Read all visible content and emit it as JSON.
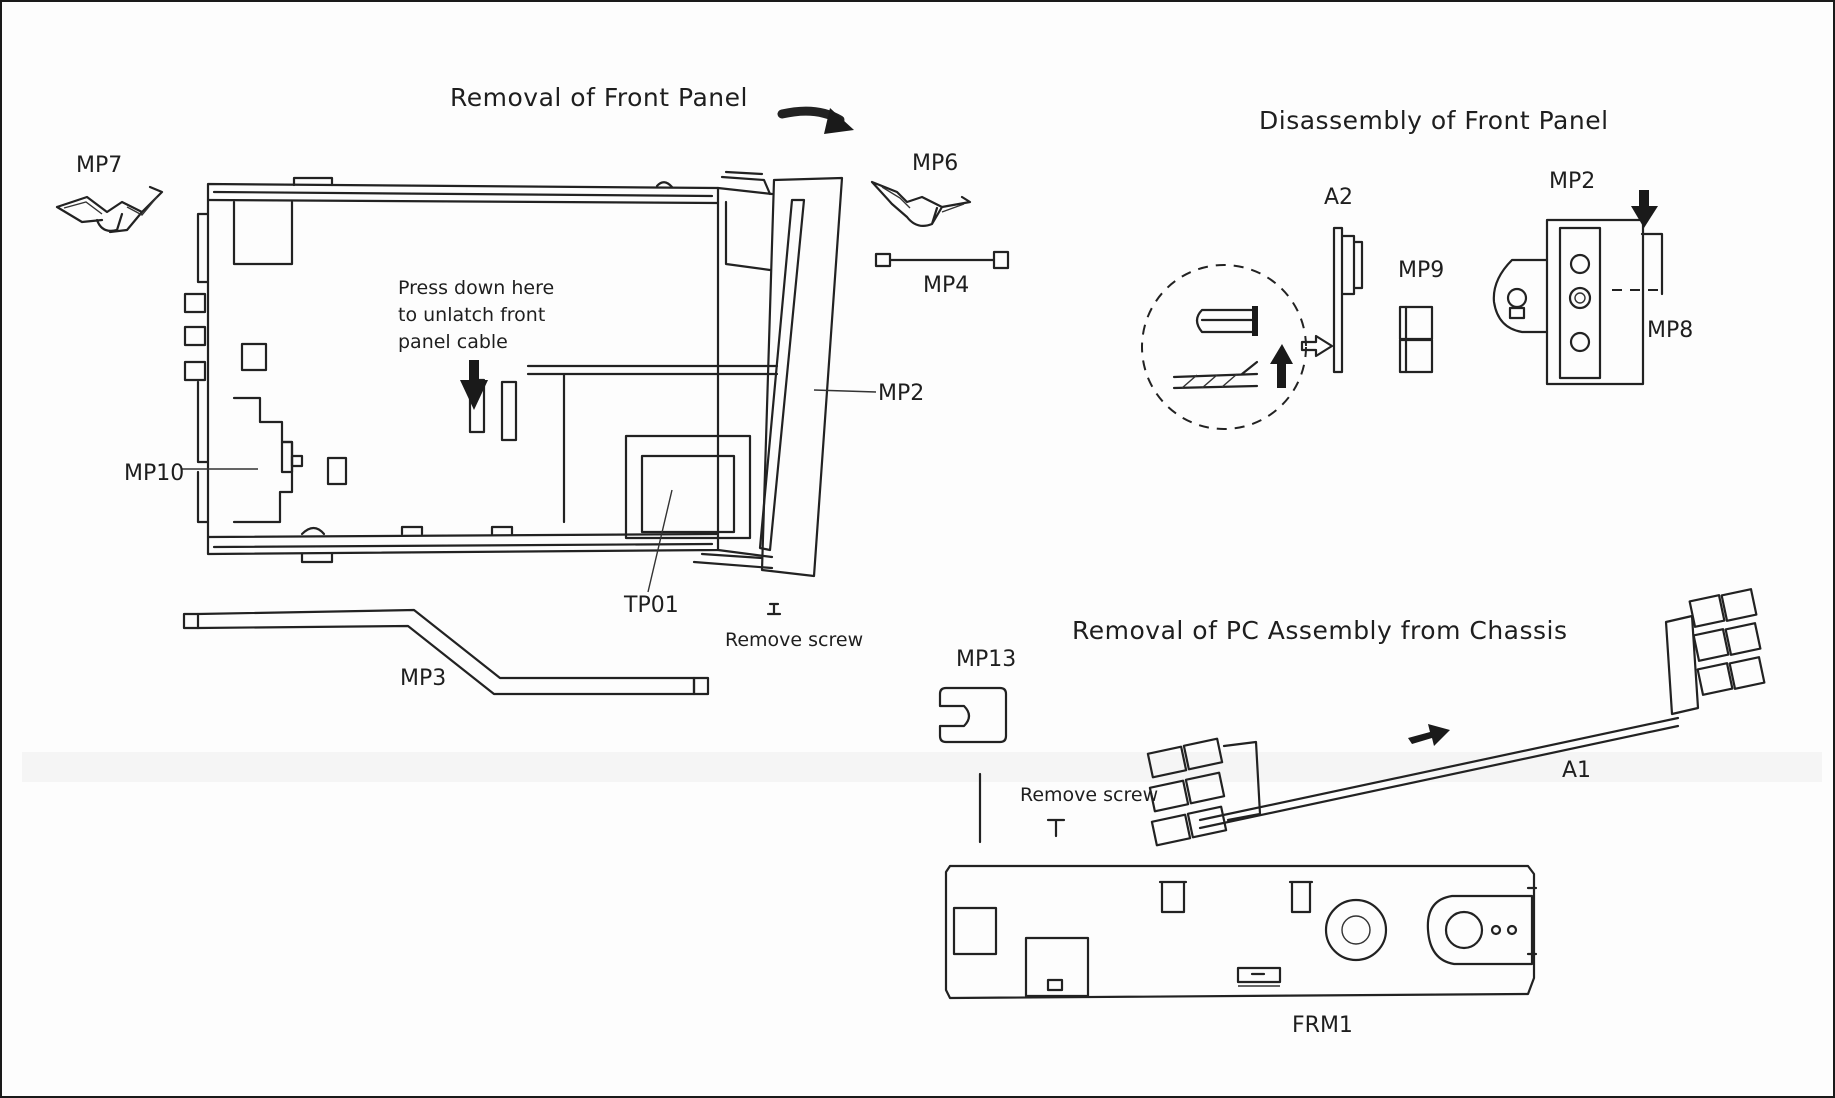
{
  "titles": {
    "front_panel_removal": "Removal of Front Panel",
    "front_panel_disassembly": "Disassembly of Front Panel",
    "pc_assembly_removal": "Removal of PC Assembly from Chassis"
  },
  "parts": {
    "mp7": "MP7",
    "mp6": "MP6",
    "mp4": "MP4",
    "mp2_main": "MP2",
    "mp10": "MP10",
    "tp01": "TP01",
    "mp3": "MP3",
    "a2": "A2",
    "mp9": "MP9",
    "mp2_detail": "MP2",
    "mp8": "MP8",
    "mp13": "MP13",
    "a1": "A1",
    "frm1": "FRM1"
  },
  "notes": {
    "unlatch_line1": "Press down here",
    "unlatch_line2": "to unlatch front",
    "unlatch_line3": "panel cable",
    "remove_screw_front": "Remove screw",
    "remove_screw_chassis": "Remove screw"
  }
}
